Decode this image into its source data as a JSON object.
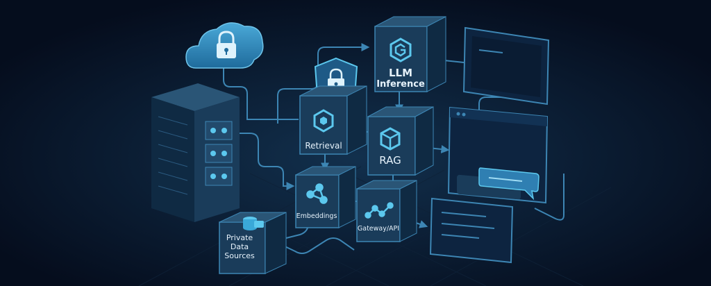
{
  "diagram": {
    "nodes": {
      "llm": {
        "label_line1": "LLM",
        "label_line2": "Inference"
      },
      "retrieval": {
        "label": "Retrieval"
      },
      "rag": {
        "label": "RAG"
      },
      "embeddings": {
        "label": "Embeddings"
      },
      "gateway": {
        "label": "Gateway/API"
      },
      "private_data": {
        "label_line1": "Private",
        "label_line2": "Data",
        "label_line3": "Sources"
      }
    },
    "icons": {
      "cloud": "cloud-lock-icon",
      "shield": "shield-lock-icon",
      "llm": "hexagon-icon",
      "retrieval": "hexagon-icon",
      "rag": "cube-icon",
      "embeddings": "graph-nodes-icon",
      "gateway": "network-line-icon",
      "private_data": "database-icon",
      "chat": "chat-bubble-icon"
    },
    "colors": {
      "background": "#050d1d",
      "box_front": "#1a3c5a",
      "box_top": "#2a5576",
      "box_side": "#0f2a43",
      "connector": "#3d86b4",
      "accent": "#5cc8ee",
      "label": "#e6f2fb"
    }
  }
}
